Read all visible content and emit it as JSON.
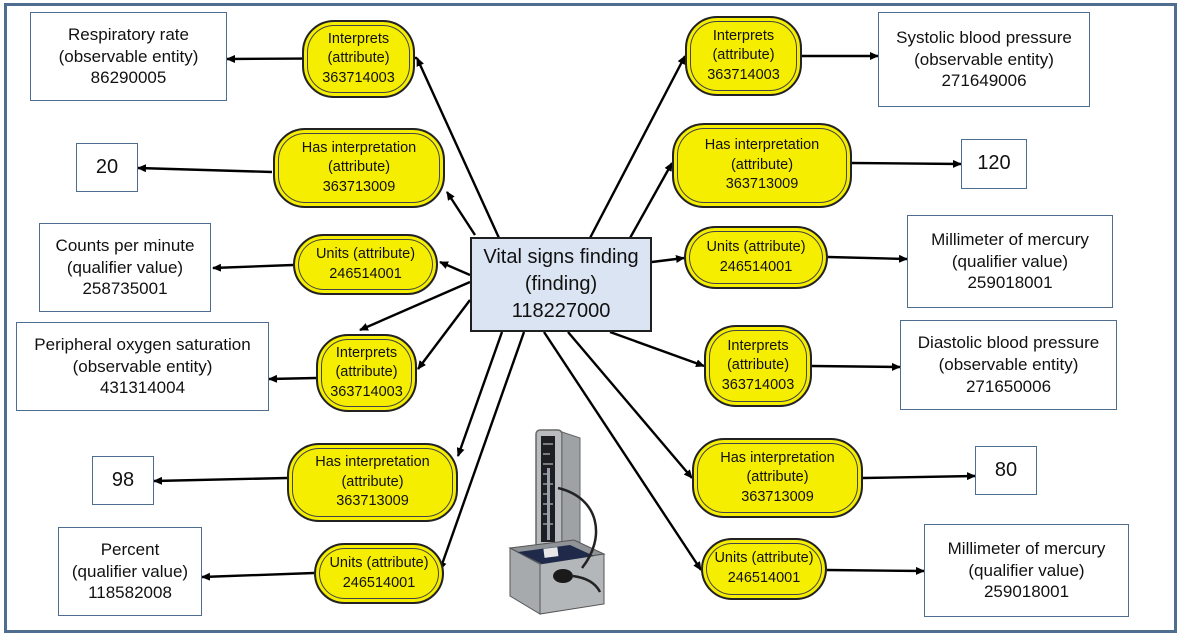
{
  "center": {
    "lines": [
      "Vital signs finding",
      "(finding)",
      "118227000"
    ]
  },
  "attributes": [
    {
      "lines": [
        "Interprets",
        "(attribute)",
        "363714003"
      ]
    },
    {
      "lines": [
        "Has interpretation",
        "(attribute)",
        "363713009"
      ]
    },
    {
      "lines": [
        "Units (attribute)",
        "246514001"
      ]
    },
    {
      "lines": [
        "Interprets",
        "(attribute)",
        "363714003"
      ]
    },
    {
      "lines": [
        "Has interpretation",
        "(attribute)",
        "363713009"
      ]
    },
    {
      "lines": [
        "Units (attribute)",
        "246514001"
      ]
    },
    {
      "lines": [
        "Interprets",
        "(attribute)",
        "363714003"
      ]
    },
    {
      "lines": [
        "Has interpretation",
        "(attribute)",
        "363713009"
      ]
    },
    {
      "lines": [
        "Units (attribute)",
        "246514001"
      ]
    },
    {
      "lines": [
        "Interprets",
        "(attribute)",
        "363714003"
      ]
    },
    {
      "lines": [
        "Has interpretation",
        "(attribute)",
        "363713009"
      ]
    },
    {
      "lines": [
        "Units (attribute)",
        "246514001"
      ]
    }
  ],
  "targets": [
    {
      "lines": [
        "Respiratory rate",
        "(observable entity)",
        "86290005"
      ]
    },
    {
      "lines": [
        "20"
      ]
    },
    {
      "lines": [
        "Counts per minute",
        "(qualifier value)",
        "258735001"
      ]
    },
    {
      "lines": [
        "Peripheral oxygen saturation",
        "(observable entity)",
        "431314004"
      ]
    },
    {
      "lines": [
        "98"
      ]
    },
    {
      "lines": [
        "Percent",
        "(qualifier value)",
        "118582008"
      ]
    },
    {
      "lines": [
        "Systolic blood pressure",
        "(observable entity)",
        "271649006"
      ]
    },
    {
      "lines": [
        "120"
      ]
    },
    {
      "lines": [
        "Millimeter of mercury",
        "(qualifier value)",
        "259018001"
      ]
    },
    {
      "lines": [
        "Diastolic blood pressure",
        "(observable entity)",
        "271650006"
      ]
    },
    {
      "lines": [
        "80"
      ]
    },
    {
      "lines": [
        "Millimeter of mercury",
        "(qualifier value)",
        "259018001"
      ]
    }
  ],
  "image": {
    "icon": "sphygmomanometer-icon"
  },
  "colors": {
    "attribute_fill": "#f6ee00",
    "center_fill": "#dbe4f2",
    "box_border": "#4f6d8f",
    "frame_border": "#4f6d8f"
  }
}
